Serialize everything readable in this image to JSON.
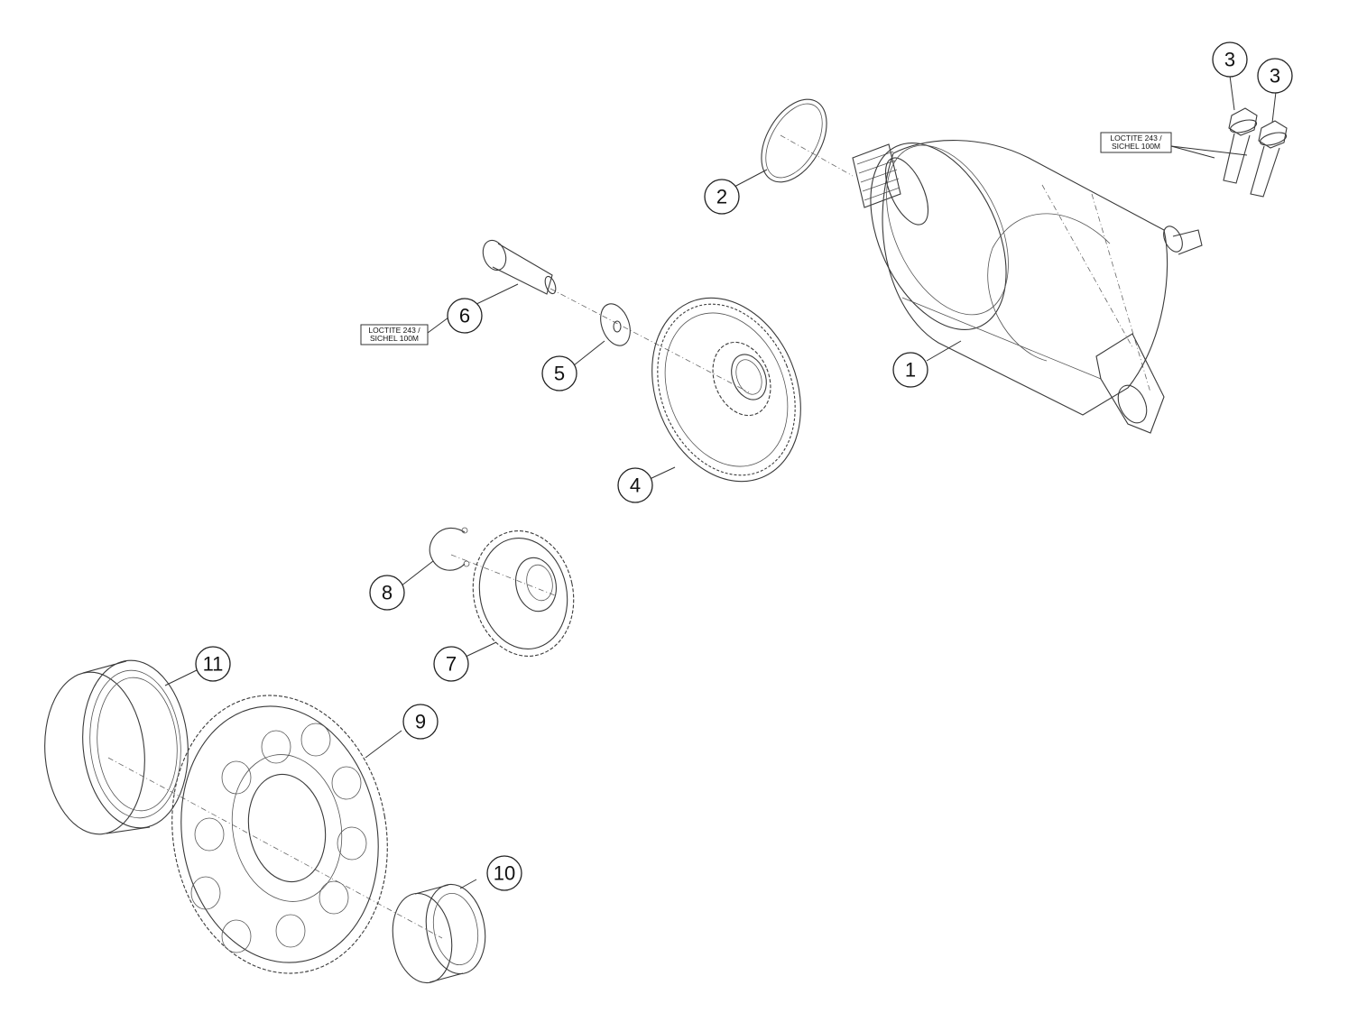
{
  "callouts": [
    {
      "id": "1",
      "label": "1"
    },
    {
      "id": "2",
      "label": "2"
    },
    {
      "id": "3a",
      "label": "3"
    },
    {
      "id": "3b",
      "label": "3"
    },
    {
      "id": "4",
      "label": "4"
    },
    {
      "id": "5",
      "label": "5"
    },
    {
      "id": "6",
      "label": "6"
    },
    {
      "id": "7",
      "label": "7"
    },
    {
      "id": "8",
      "label": "8"
    },
    {
      "id": "9",
      "label": "9"
    },
    {
      "id": "10",
      "label": "10"
    },
    {
      "id": "11",
      "label": "11"
    }
  ],
  "notes": {
    "bolt_note": {
      "line1": "LOCTITE 243 /",
      "line2": "SICHEL 100M"
    },
    "pin_note": {
      "line1": "LOCTITE 243 /",
      "line2": "SICHEL 100M"
    }
  }
}
